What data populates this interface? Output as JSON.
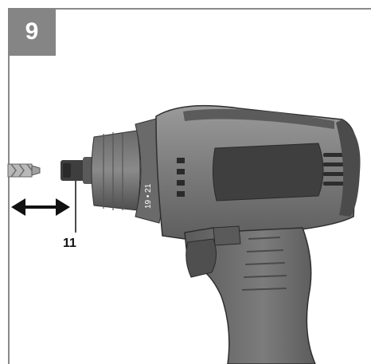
{
  "figure": {
    "step_number": "9",
    "part_number": "11",
    "chuck_marking": "19 • 21"
  },
  "colors": {
    "badge": "#858585",
    "frame": "#8a8a8a",
    "tool_body": "#7d7d7d",
    "tool_dark": "#4a4a4a",
    "arrow": "#111111"
  },
  "icons": {
    "arrow": "double-headed-arrow-icon",
    "tool": "cordless-drill-illustration"
  }
}
